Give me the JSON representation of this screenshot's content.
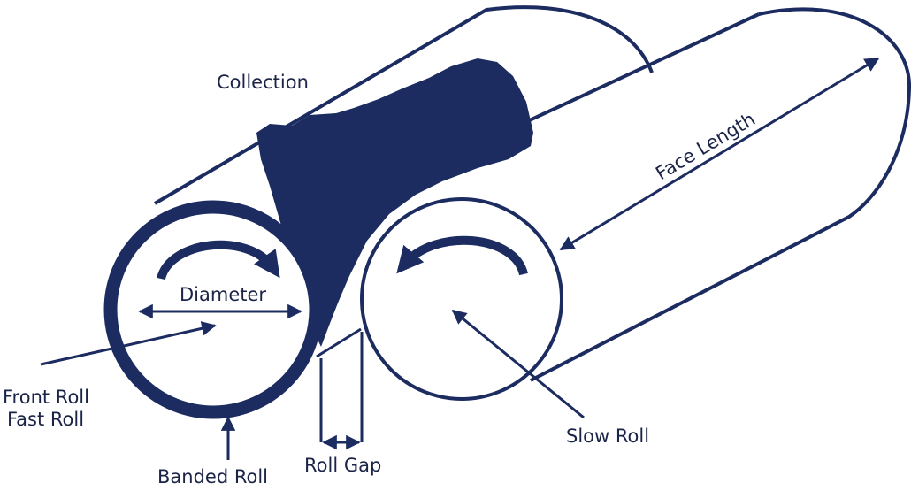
{
  "diagram": {
    "colors": {
      "navy": "#1c2c61",
      "label": "#1b2447",
      "background": "#ffffff"
    },
    "labels": {
      "collection": "Collection",
      "face_length": "Face Length",
      "diameter": "Diameter",
      "front_roll": "Front Roll",
      "fast_roll": "Fast Roll",
      "slow_roll": "Slow Roll",
      "banded_roll": "Banded Roll",
      "roll_gap": "Roll Gap"
    }
  }
}
